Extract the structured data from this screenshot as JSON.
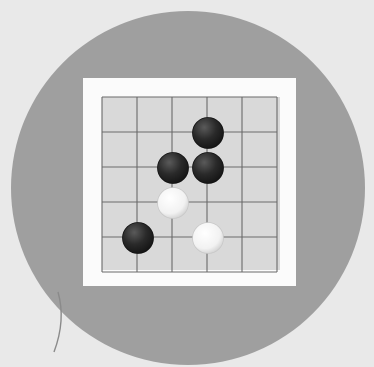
{
  "image": {
    "colors": {
      "paper": "#e9e9e9",
      "disc": "#9f9f9f",
      "disc_edge": "#8e8e8e",
      "board_frame": "#fbfbfb",
      "board": "#d9d9d9",
      "grid_line": "#6a6a6a",
      "black_stone": "#262626",
      "white_stone": "#f5f5f5"
    }
  },
  "board": {
    "visible_lines": 6,
    "stones": [
      {
        "color": "black",
        "col": 3,
        "row": 1
      },
      {
        "color": "black",
        "col": 2,
        "row": 2
      },
      {
        "color": "black",
        "col": 3,
        "row": 2
      },
      {
        "color": "white",
        "col": 2,
        "row": 3
      },
      {
        "color": "white",
        "col": 3,
        "row": 4
      },
      {
        "color": "black",
        "col": 1,
        "row": 4
      }
    ]
  }
}
